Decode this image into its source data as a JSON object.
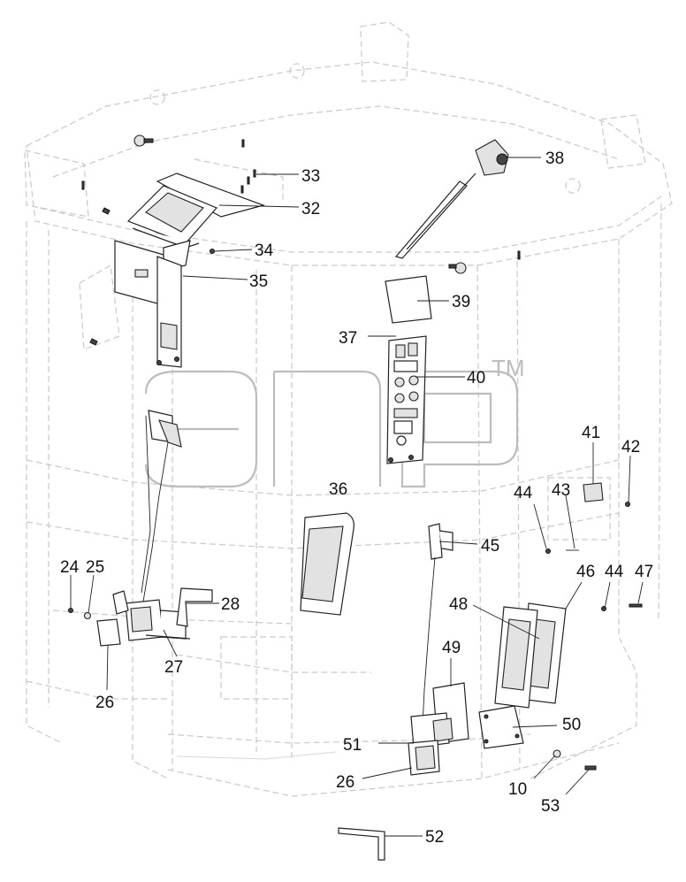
{
  "watermark": {
    "trademark": "TM"
  },
  "callouts": [
    {
      "id": "c33",
      "label": "33"
    },
    {
      "id": "c32",
      "label": "32"
    },
    {
      "id": "c34",
      "label": "34"
    },
    {
      "id": "c35",
      "label": "35"
    },
    {
      "id": "c38",
      "label": "38"
    },
    {
      "id": "c39",
      "label": "39"
    },
    {
      "id": "c37",
      "label": "37"
    },
    {
      "id": "c40",
      "label": "40"
    },
    {
      "id": "c41",
      "label": "41"
    },
    {
      "id": "c42",
      "label": "42"
    },
    {
      "id": "c43",
      "label": "43"
    },
    {
      "id": "c44a",
      "label": "44"
    },
    {
      "id": "c36",
      "label": "36"
    },
    {
      "id": "c45",
      "label": "45"
    },
    {
      "id": "c46",
      "label": "46"
    },
    {
      "id": "c44b",
      "label": "44"
    },
    {
      "id": "c47",
      "label": "47"
    },
    {
      "id": "c24",
      "label": "24"
    },
    {
      "id": "c25",
      "label": "25"
    },
    {
      "id": "c28",
      "label": "28"
    },
    {
      "id": "c48",
      "label": "48"
    },
    {
      "id": "c49",
      "label": "49"
    },
    {
      "id": "c27",
      "label": "27"
    },
    {
      "id": "c26a",
      "label": "26"
    },
    {
      "id": "c50",
      "label": "50"
    },
    {
      "id": "c51",
      "label": "51"
    },
    {
      "id": "c26b",
      "label": "26"
    },
    {
      "id": "c10",
      "label": "10"
    },
    {
      "id": "c53",
      "label": "53"
    },
    {
      "id": "c52",
      "label": "52"
    }
  ]
}
